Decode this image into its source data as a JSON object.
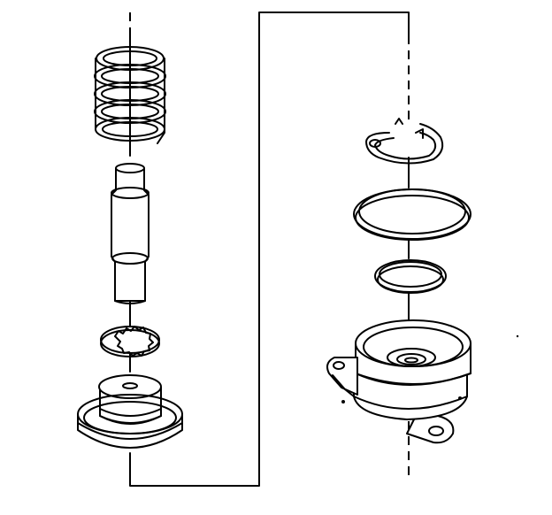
{
  "diagram": {
    "left_stack": {
      "parts": [
        "spring",
        "plunger",
        "spline-washer",
        "bushing",
        "retainer-cup"
      ]
    },
    "right_stack": {
      "parts": [
        "snap-ring",
        "large-o-ring",
        "small-o-ring",
        "housing"
      ]
    },
    "colors": {
      "ink": "#000000",
      "paper": "#ffffff"
    }
  }
}
